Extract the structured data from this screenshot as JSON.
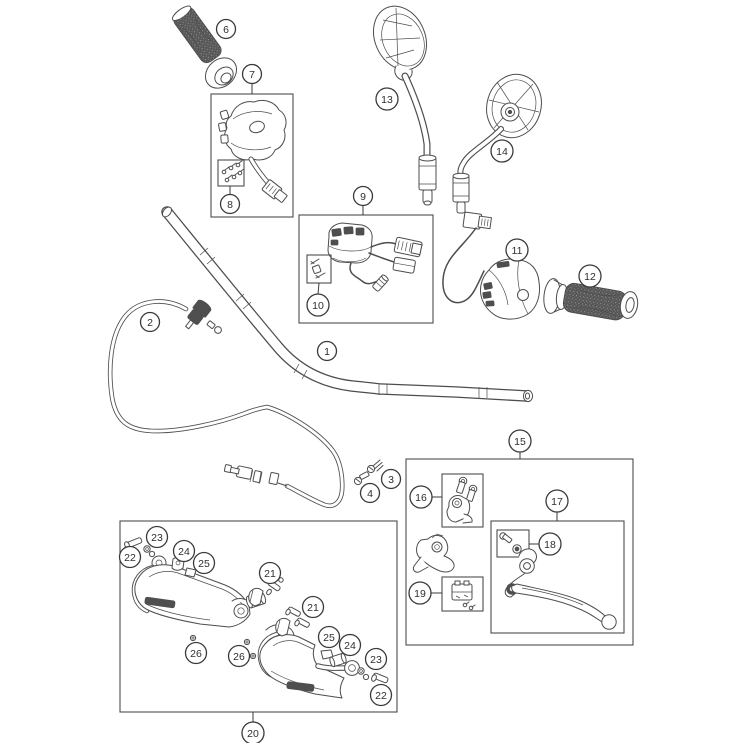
{
  "diagram": {
    "colors": {
      "background": "#ffffff",
      "line": "#4d4d4d",
      "dark_fill": "#4f4f4f",
      "callout_stroke": "#3a3a3a",
      "text": "#2e2e2e"
    },
    "callouts": {
      "c1": {
        "label": "1"
      },
      "c2": {
        "label": "2"
      },
      "c3": {
        "label": "3"
      },
      "c4": {
        "label": "4"
      },
      "c6": {
        "label": "6"
      },
      "c7": {
        "label": "7"
      },
      "c8": {
        "label": "8"
      },
      "c9": {
        "label": "9"
      },
      "c10": {
        "label": "10"
      },
      "c11": {
        "label": "11"
      },
      "c12": {
        "label": "12"
      },
      "c13": {
        "label": "13"
      },
      "c14": {
        "label": "14"
      },
      "c15": {
        "label": "15"
      },
      "c16": {
        "label": "16"
      },
      "c17": {
        "label": "17"
      },
      "c18": {
        "label": "18"
      },
      "c19": {
        "label": "19"
      },
      "c20": {
        "label": "20"
      },
      "c21a": {
        "label": "21"
      },
      "c21b": {
        "label": "21"
      },
      "c22a": {
        "label": "22"
      },
      "c22b": {
        "label": "22"
      },
      "c23a": {
        "label": "23"
      },
      "c23b": {
        "label": "23"
      },
      "c24a": {
        "label": "24"
      },
      "c24b": {
        "label": "24"
      },
      "c25a": {
        "label": "25"
      },
      "c25b": {
        "label": "25"
      },
      "c26a": {
        "label": "26"
      },
      "c26b": {
        "label": "26"
      }
    }
  }
}
